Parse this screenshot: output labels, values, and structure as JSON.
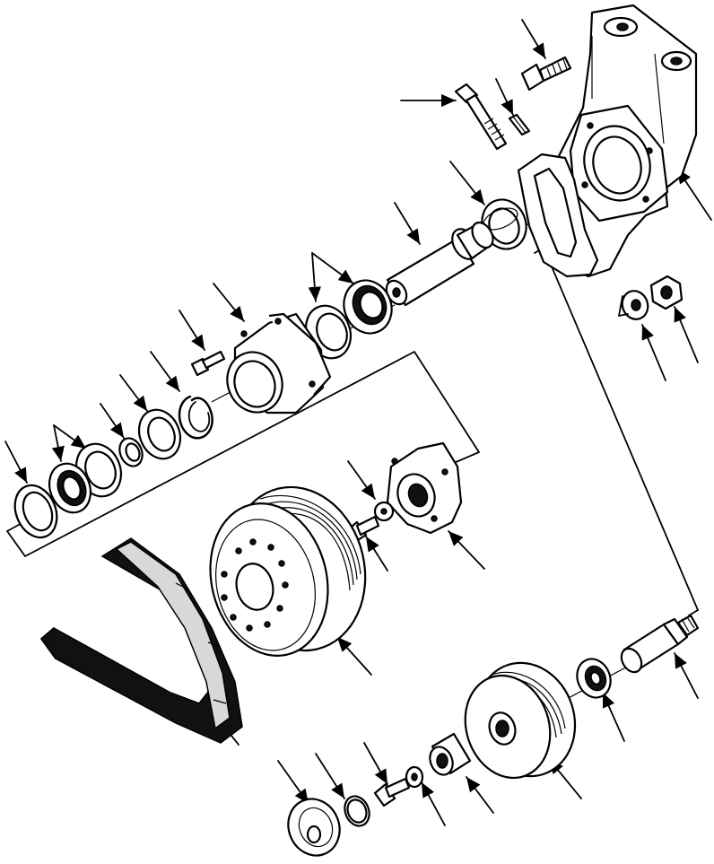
{
  "diagram": {
    "parts": [
      {
        "id": "bracket",
        "icon": "mounting-bracket"
      },
      {
        "id": "capscrew-top",
        "icon": "capscrew"
      },
      {
        "id": "adjusting-bolt",
        "icon": "bolt"
      },
      {
        "id": "roll-pin",
        "icon": "pin"
      },
      {
        "id": "seal-top",
        "icon": "seal"
      },
      {
        "id": "spindle",
        "icon": "shaft"
      },
      {
        "id": "bearing-cone-cup-upper",
        "icon": "bearing"
      },
      {
        "id": "housing",
        "icon": "hub-housing"
      },
      {
        "id": "capscrew-housing",
        "icon": "capscrew"
      },
      {
        "id": "snap-ring",
        "icon": "snap-ring"
      },
      {
        "id": "spacer-ring",
        "icon": "ring"
      },
      {
        "id": "spacer",
        "icon": "spacer"
      },
      {
        "id": "bearing-cone-cup-lower",
        "icon": "bearing"
      },
      {
        "id": "seal-lower",
        "icon": "seal"
      },
      {
        "id": "washer-flange",
        "icon": "washer"
      },
      {
        "id": "hub",
        "icon": "hub"
      },
      {
        "id": "capscrew-hub",
        "icon": "capscrew"
      },
      {
        "id": "pulley-large",
        "icon": "pulley"
      },
      {
        "id": "belt",
        "icon": "v-belt"
      },
      {
        "id": "washer-nut",
        "icon": "washer"
      },
      {
        "id": "nut",
        "icon": "nut"
      },
      {
        "id": "idler-shaft",
        "icon": "shaft"
      },
      {
        "id": "bearing-idler",
        "icon": "ball-bearing"
      },
      {
        "id": "idler-pulley",
        "icon": "pulley"
      },
      {
        "id": "spacer-idler",
        "icon": "spacer"
      },
      {
        "id": "washer-idler",
        "icon": "washer"
      },
      {
        "id": "capscrew-idler",
        "icon": "capscrew"
      },
      {
        "id": "snap-ring-idler",
        "icon": "snap-ring"
      },
      {
        "id": "dust-cap",
        "icon": "cap"
      }
    ]
  }
}
